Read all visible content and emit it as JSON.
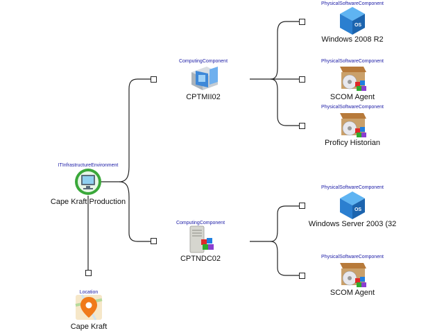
{
  "nodes": {
    "env": {
      "type": "ITInfrastructureEnvironment",
      "label": "Cape Kraft Production",
      "icon": "environment-monitor-icon"
    },
    "location": {
      "type": "Location",
      "label": "Cape Kraft",
      "icon": "map-pin-icon"
    },
    "cptmii02": {
      "type": "ComputingComponent",
      "label": "CPTMII02",
      "icon": "server-workstation-icon"
    },
    "cptndc02": {
      "type": "ComputingComponent",
      "label": "CPTNDC02",
      "icon": "server-tower-icon"
    },
    "win2008": {
      "type": "PhysicalSoftwareComponent",
      "label": "Windows 2008 R2",
      "icon": "os-cube-icon"
    },
    "scom1": {
      "type": "PhysicalSoftwareComponent",
      "label": "SCOM Agent",
      "icon": "software-box-icon"
    },
    "proficy": {
      "type": "PhysicalSoftwareComponent",
      "label": "Proficy Historian",
      "icon": "software-box-icon"
    },
    "win2003": {
      "type": "PhysicalSoftwareComponent",
      "label": "Windows Server 2003 (32",
      "icon": "os-cube-icon"
    },
    "scom2": {
      "type": "PhysicalSoftwareComponent",
      "label": "SCOM Agent",
      "icon": "software-box-icon"
    }
  },
  "icons": {
    "os_cube_text": "OS"
  },
  "colors": {
    "type_label": "#1a1aa6",
    "line": "#222222",
    "env_green": "#3aa83a",
    "os_blue": "#2b7fd0",
    "pin_orange": "#f07a1a"
  }
}
